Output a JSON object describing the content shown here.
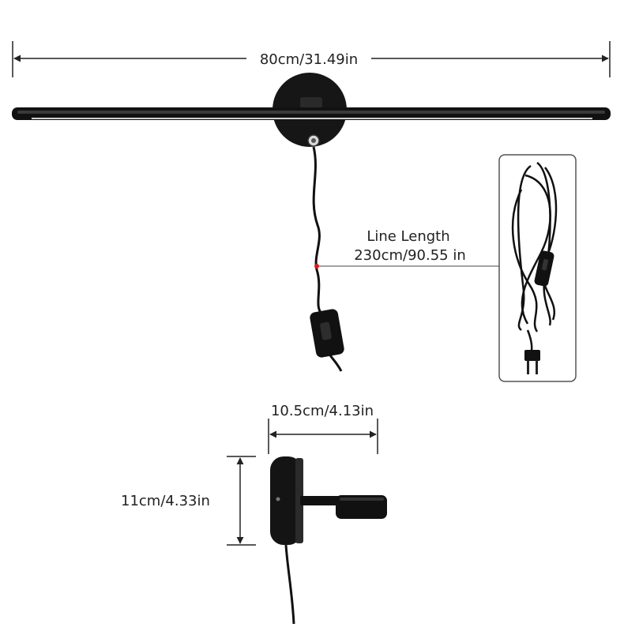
{
  "dimensions": {
    "width_label": "80cm/31.49in",
    "cord_title": "Line Length",
    "cord_length": "230cm/90.55 in",
    "base_depth": "10.5cm/4.13in",
    "base_height": "11cm/4.33in"
  },
  "colors": {
    "fixture": "#111111",
    "dimension_line": "#222222",
    "light_strip": "#f2f2f2",
    "cord_marker": "#d81b1b",
    "inset_border": "#555555"
  }
}
